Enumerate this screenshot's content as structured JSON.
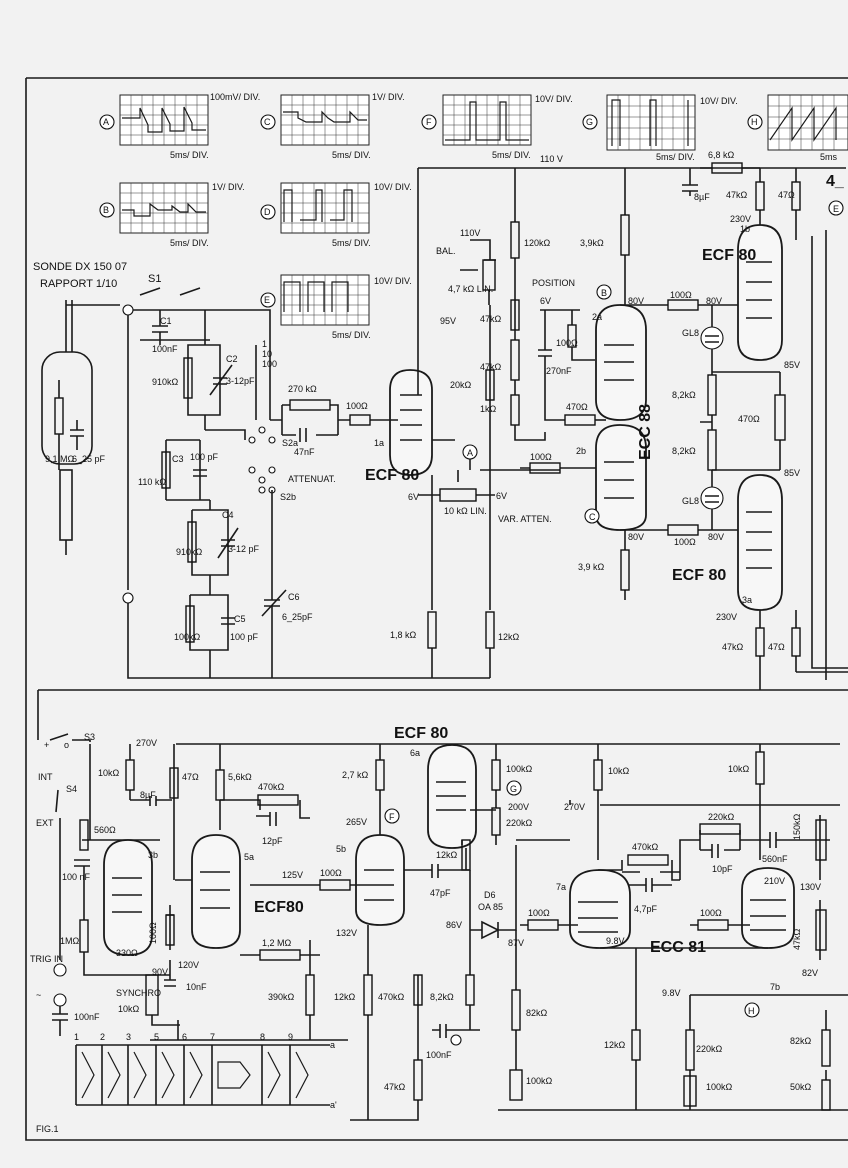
{
  "figure_label": "FIG.1",
  "probe": {
    "name": "SONDE  DX 150 07",
    "ratio": "RAPPORT 1/10",
    "r": "9,1 MΩ",
    "c": "6_25 pF"
  },
  "scopes": [
    {
      "id": "A",
      "vdiv": "100mV/ DIV.",
      "tdiv": "5ms/ DIV."
    },
    {
      "id": "C",
      "vdiv": "1V/ DIV.",
      "tdiv": "5ms/ DIV."
    },
    {
      "id": "F",
      "vdiv": "10V/ DIV.",
      "tdiv": "5ms/ DIV."
    },
    {
      "id": "G",
      "vdiv": "10V/ DIV.",
      "tdiv": "5ms/ DIV."
    },
    {
      "id": "H",
      "vdiv": "",
      "tdiv": "5ms"
    },
    {
      "id": "B",
      "vdiv": "1V/ DIV.",
      "tdiv": "5ms/ DIV."
    },
    {
      "id": "D",
      "vdiv": "10V/ DIV.",
      "tdiv": "5ms/ DIV."
    },
    {
      "id": "E",
      "vdiv": "10V/ DIV.",
      "tdiv": "5ms/ DIV."
    }
  ],
  "attenuator": {
    "switch_s1": "S1",
    "c1": "C1",
    "c1_val": "100nF",
    "r910a": "910kΩ",
    "c2": "C2",
    "c2_val": "3-12pF",
    "steps": [
      "1",
      "10",
      "100"
    ],
    "r270": "270 kΩ",
    "c47": "47nF",
    "r100": "100Ω",
    "s2a": "S2a",
    "s2b": "S2b",
    "label": "ATTENUAT.",
    "r110": "110 kΩ",
    "c3": "C3",
    "c3_val": "100 pF",
    "r910b": "910kΩ",
    "c4": "C4",
    "c4_val": "3-12 pF",
    "r100k": "100kΩ",
    "c5": "C5",
    "c5_val": "100 pF",
    "c6": "C6",
    "c6_val": "6_25pF"
  },
  "vertical": {
    "tube1": "ECF 80",
    "tube1_sec": "1a",
    "v110": "110 V",
    "v110b": "110V",
    "bal": "BAL.",
    "r47bal": "4,7 kΩ LIN.",
    "r120": "120kΩ",
    "v95": "95V",
    "position": "POSITION",
    "v6a": "6V",
    "r47a": "47kΩ",
    "r47b": "47kΩ",
    "r20": "20kΩ",
    "r1k": "1kΩ",
    "r10lin": "10 kΩ LIN.",
    "var_att": "VAR. ATTEN.",
    "v6b": "6V",
    "v6c": "6V",
    "r18": "1,8 kΩ",
    "r12": "12kΩ",
    "r39a": "3,9kΩ",
    "r39b": "3,9 kΩ",
    "v80a": "80V",
    "v80b": "80V",
    "v80c": "80V",
    "v80d": "80V",
    "r100a": "100Ω",
    "r100b": "100Ω",
    "r100c": "100Ω",
    "r100d": "100Ω",
    "r270b": "270nF",
    "r470a": "470Ω",
    "r470b": "470Ω",
    "tube2": "ECC 88",
    "sec2a": "2a",
    "sec2b": "2b",
    "gl8a": "GL8",
    "gl8b": "GL8",
    "r82a": "8,2kΩ",
    "r82b": "8,2kΩ",
    "v85a": "85V",
    "v85b": "85V",
    "tube3": "ECF 80",
    "sec1b": "1b",
    "tube4": "ECF 80",
    "sec3a": "3a",
    "r68": "6,8 kΩ",
    "c8": "8µF",
    "r47ka": "47kΩ",
    "r47o": "47Ω",
    "v230a": "230V",
    "v230b": "230V",
    "r47kb": "47kΩ",
    "r47o2": "47Ω",
    "corner": "4_"
  },
  "sync": {
    "s3": "S3",
    "s4": "S4",
    "int": "INT",
    "ext": "EXT",
    "v270": "270V",
    "r10k": "10kΩ",
    "c8uf": "8µF",
    "r560": "560Ω",
    "c100": "100 nF",
    "r1m": "1MΩ",
    "r330": "330Ω",
    "sec3b": "3b",
    "trig": "TRIG IN",
    "c100n": "100nF",
    "synchro": "SYNCHRO",
    "r10syn": "10kΩ",
    "v90": "90V",
    "r47": "47Ω",
    "r56": "5,6kΩ",
    "r470": "470kΩ",
    "c12p": "12pF",
    "sec5a": "5a",
    "tube5": "ECF80",
    "r100s": "100Ω",
    "v120": "120V",
    "c10n": "10nF",
    "r12m": "1,2 MΩ",
    "r390": "390kΩ",
    "v125": "125V",
    "r27": "2,7 kΩ",
    "v265": "265V",
    "sec5b": "5b",
    "r100c": "100Ω",
    "v132": "132V",
    "r12k": "12kΩ"
  },
  "timebase": {
    "tube6": "ECF 80",
    "sec6a": "6a",
    "r100k": "100kΩ",
    "v200": "200V",
    "r220k": "220kΩ",
    "r12k": "12kΩ",
    "c47": "47pF",
    "d6": "D6",
    "d6_type": "OA 85",
    "v86": "86V",
    "r470k": "470kΩ",
    "r82k": "8,2kΩ",
    "c100n": "100nF",
    "r47k": "47kΩ",
    "v270": "270V",
    "r10ka": "10kΩ",
    "r10kb": "10kΩ",
    "r470a": "470kΩ",
    "c47p": "4,7pF",
    "r220": "220kΩ",
    "c10p": "10pF",
    "c560": "560nF",
    "r100a": "100Ω",
    "v87": "87V",
    "sec7a": "7a",
    "v98a": "9.8V",
    "r100b": "100Ω",
    "tube7": "ECC 81",
    "v210": "210V",
    "sec7b": "7b",
    "v98b": "9.8V",
    "r82": "82kΩ",
    "r100kpot": "100kΩ",
    "r12k2": "12kΩ",
    "r220b": "220kΩ",
    "r100kpot2": "100kΩ",
    "r150": "150kΩ",
    "v130": "130V",
    "r47k2": "47kΩ",
    "v82": "82V",
    "r82k2": "82kΩ",
    "r50": "50kΩ"
  },
  "selector_numbers": [
    "1",
    "2",
    "3",
    "5",
    "6",
    "7",
    "8",
    "9"
  ],
  "selector_ends": [
    "a",
    "a'"
  ]
}
